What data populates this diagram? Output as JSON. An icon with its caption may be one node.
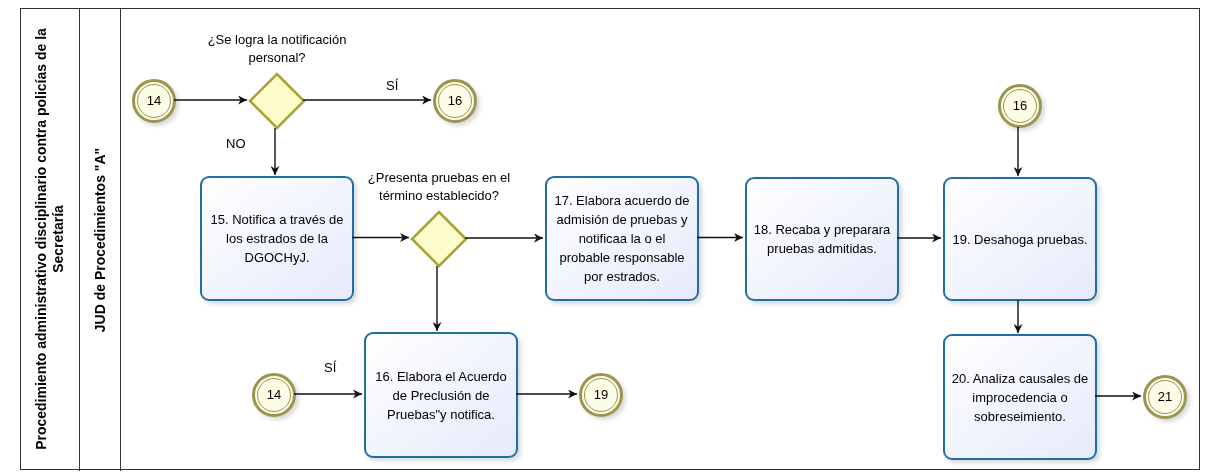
{
  "diagram": {
    "nodes": [
      {
        "text": [
          "Procedimiento administrativo disciplinario contra policías de la Secretaría"
        ]
      },
      {
        "text": [
          "JUD de Procedimientos \"A\""
        ],
        "in": 0
      },
      {
        "text": [
          "14"
        ],
        "in": 1
      },
      {
        "text": [
          "¿Se logra la notificación personal?"
        ],
        "in": 1
      },
      {
        "text": [
          "16"
        ],
        "in": 1
      },
      {
        "text": [
          "15. Notifica a través de los estrados de la DGOCHyJ."
        ],
        "in": 1
      },
      {
        "text": [
          "¿Presenta pruebas en el término establecido?"
        ],
        "in": 1
      },
      {
        "text": [
          "17. Elabora acuerdo de admisión de pruebas y notificaa la o el probable responsable por estrados."
        ],
        "in": 1
      },
      {
        "text": [
          "18. Recaba y preparara pruebas admitidas."
        ],
        "in": 1
      },
      {
        "text": [
          "16"
        ],
        "in": 1
      },
      {
        "text": [
          "19. Desahoga pruebas."
        ],
        "in": 1
      },
      {
        "text": [
          "14"
        ],
        "in": 1
      },
      {
        "text": [
          "16. Elabora el Acuerdo de Preclusión de Pruebas\"y notifica."
        ],
        "in": 1
      },
      {
        "text": [
          "19"
        ],
        "in": 1
      },
      {
        "text": [
          "20. Analiza causales de improcedencia o sobreseimiento."
        ],
        "in": 1
      },
      {
        "text": [
          "21"
        ],
        "in": 1
      }
    ],
    "edges": [
      {
        "from": 2,
        "to": 3,
        "arrow": "to"
      },
      {
        "from": 3,
        "to": 4,
        "arrow": "to",
        "label": "SÍ"
      },
      {
        "from": 3,
        "to": 5,
        "arrow": "to",
        "label": "NO"
      },
      {
        "from": 5,
        "to": 6,
        "arrow": "to"
      },
      {
        "from": 6,
        "to": 7,
        "arrow": "to"
      },
      {
        "from": 6,
        "to": 12,
        "arrow": "to"
      },
      {
        "from": 7,
        "to": 8,
        "arrow": "to"
      },
      {
        "from": 8,
        "to": 10,
        "arrow": "to"
      },
      {
        "from": 9,
        "to": 10,
        "arrow": "to"
      },
      {
        "from": 10,
        "to": 14,
        "arrow": "to"
      },
      {
        "from": 11,
        "to": 12,
        "arrow": "to",
        "label": "SÍ"
      },
      {
        "from": 12,
        "to": 13,
        "arrow": "to"
      },
      {
        "from": 14,
        "to": 15,
        "arrow": "to"
      }
    ]
  }
}
